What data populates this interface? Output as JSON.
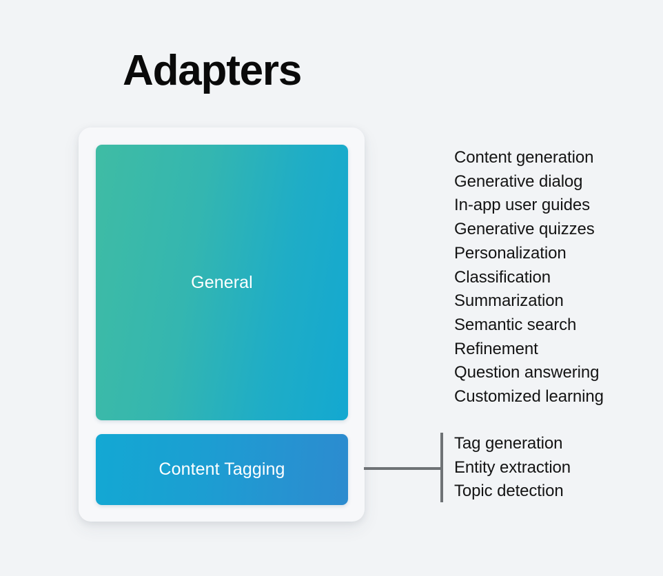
{
  "page": {
    "title": "Adapters",
    "background_color": "#f2f4f6"
  },
  "card": {
    "background_color": "#f7f8fa",
    "blocks": [
      {
        "id": "general",
        "label": "General",
        "gradient_from": "#3fbca4",
        "gradient_to": "#13a8d1"
      },
      {
        "id": "content-tagging",
        "label": "Content Tagging",
        "gradient_from": "#13a8d3",
        "gradient_to": "#2c8bcf"
      }
    ]
  },
  "connector": {
    "color": "#6e7275"
  },
  "capabilities": {
    "general": [
      "Content generation",
      "Generative dialog",
      "In-app user guides",
      "Generative quizzes",
      "Personalization",
      "Classification",
      "Summarization",
      "Semantic search",
      "Refinement",
      "Question answering",
      "Customized learning"
    ],
    "content_tagging": [
      "Tag generation",
      "Entity extraction",
      "Topic detection"
    ]
  }
}
